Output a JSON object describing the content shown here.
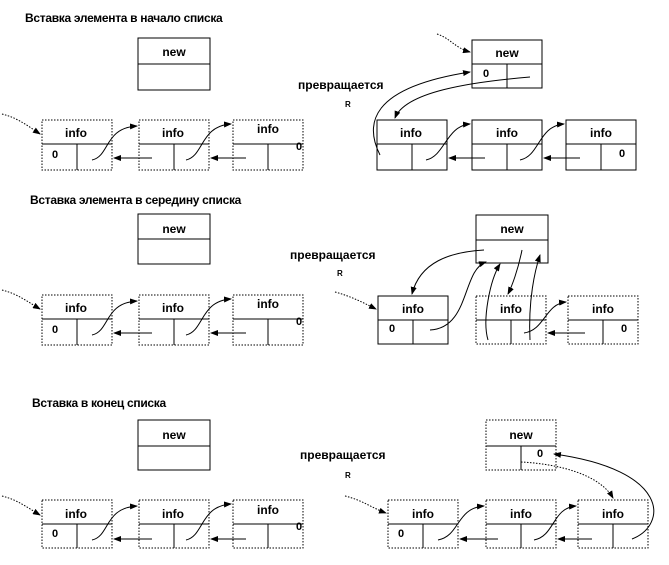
{
  "sections": [
    {
      "title": "Вставка элемента  в начало списка",
      "transform_label": "превращается",
      "small_mark": "R"
    },
    {
      "title": "Вставка элемента  в середину списка",
      "transform_label": "превращается",
      "small_mark": "R"
    },
    {
      "title": "Вставка в конец списка",
      "transform_label": "превращается",
      "small_mark": "R"
    }
  ],
  "labels": {
    "info": "info",
    "new": "new",
    "null": "0"
  }
}
